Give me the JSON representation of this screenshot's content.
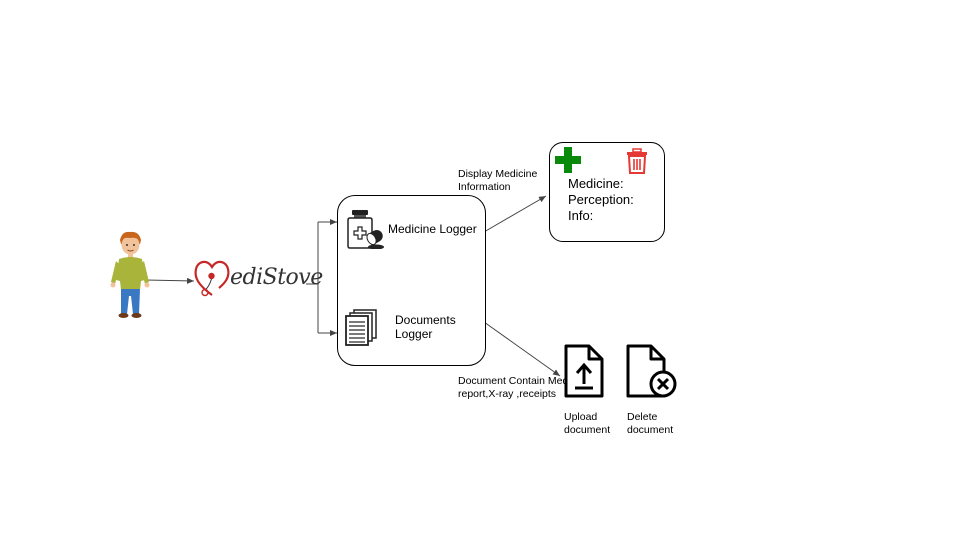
{
  "diagram": {
    "logo": {
      "text": "ediStove"
    },
    "loggers": {
      "medicine_logger": "Medicine Logger",
      "documents_logger": "Documents\nLogger"
    },
    "edge_labels": {
      "display_info": "Display  Medicine\nInformation",
      "document_contain": "Document Contain Medical\nreport,X-ray ,receipts"
    },
    "medicine_card": {
      "fields": [
        "Medicine:",
        "Perception:",
        "Info:"
      ],
      "add_icon_color": "#0a8a0a",
      "delete_icon_color": "#e53935"
    },
    "document_actions": {
      "upload": "Upload\ndocument",
      "delete": "Delete\ndocument"
    }
  }
}
